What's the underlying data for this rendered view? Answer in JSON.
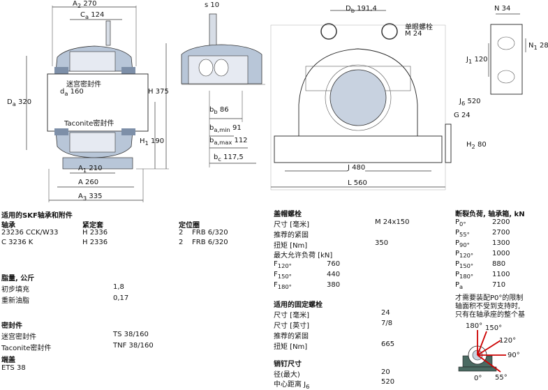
{
  "drawing": {
    "a2": "A",
    "a2_sub": "2",
    "a2_val": "270",
    "ca": "C",
    "ca_sub": "a",
    "ca_val": "124",
    "labyrinth": "迷宫密封件",
    "da_small": "d",
    "da_small_sub": "a",
    "da_small_val": "160",
    "Da": "D",
    "Da_sub": "a",
    "Da_val": "320",
    "H": "H",
    "H_val": "375",
    "taconite": "Taconite密封件",
    "h1": "H",
    "h1_sub": "1",
    "h1_val": "190",
    "a1": "A",
    "a1_sub": "1",
    "a1_val": "210",
    "a": "A",
    "a_val": "260",
    "a3": "A",
    "a3_sub": "3",
    "a3_val": "335",
    "s": "s",
    "s_val": "10",
    "bb": "b",
    "bb_sub": "b",
    "bb_val": "86",
    "bamin": "b",
    "bamin_sub": "a,min",
    "bamin_val": "91",
    "bamax": "b",
    "bamax_sub": "a,max",
    "bamax_val": "112",
    "bc": "b",
    "bc_sub": "c",
    "bc_val": "117,5",
    "db": "D",
    "db_sub": "b",
    "db_val": "191,4",
    "eyebolt": "单眼螺栓",
    "eyebolt_size": "M 24",
    "j1": "J",
    "j1_sub": "1",
    "j1_val": "120",
    "j": "J",
    "j_val": "480",
    "l": "L",
    "l_val": "560",
    "g": "G",
    "g_val": "24",
    "h2": "H",
    "h2_sub": "2",
    "h2_val": "80",
    "n": "N",
    "n_val": "34",
    "n1": "N",
    "n1_sub": "1",
    "n1_val": "28",
    "j6": "J",
    "j6_sub": "6",
    "j6_val": "520"
  },
  "col1": {
    "title": "适用的SKF轴承和附件",
    "h_bearing": "轴承",
    "h_sleeve": "紧定套",
    "h_ring": "定位圈",
    "rows": [
      {
        "bearing": "23236 CCK/W33",
        "sleeve": "H 2336",
        "qty": "2",
        "ring": "FRB 6/320"
      },
      {
        "bearing": "C 3236 K",
        "sleeve": "H 2336",
        "qty": "2",
        "ring": "FRB 6/320"
      }
    ],
    "grease_title": "脂量, 公斤",
    "grease_rows": [
      {
        "label": "初步填充",
        "value": "1,8"
      },
      {
        "label": "重新油脂",
        "value": "0,17"
      }
    ],
    "seals_title": "密封件",
    "seal_rows": [
      {
        "label": "迷宫密封件",
        "value": "TS 38/160"
      },
      {
        "label": "Taconite密封件",
        "value": "TNF 38/160"
      }
    ],
    "endcover_title": "端盖",
    "endcover_value": "ETS 38"
  },
  "col2": {
    "cap_bolts_title": "盖帽螺栓",
    "size_label": "尺寸 [毫米]",
    "size_value": "M 24x150",
    "torque_rec_label": "推荐的紧固",
    "torque_label": "扭矩 [Nm]",
    "torque_value": "350",
    "max_load_label": "最大允许负荷 [kN]",
    "loads": [
      {
        "sym": "F",
        "sub": "120°",
        "value": "760"
      },
      {
        "sym": "F",
        "sub": "150°",
        "value": "440"
      },
      {
        "sym": "F",
        "sub": "180°",
        "value": "380"
      }
    ],
    "attach_title": "适用的固定螺栓",
    "attach_size_mm_label": "尺寸 [毫米]",
    "attach_size_mm_value": "24",
    "attach_size_in_label": "尺寸 [英寸]",
    "attach_size_in_value": "7/8",
    "attach_torque_rec_label": "推荐的紧固",
    "attach_torque_label": "扭矩 [Nm]",
    "attach_torque_value": "665",
    "dowel_title": "销钉尺寸",
    "dowel_dia_label": "径(最大)",
    "dowel_dia_value": "20",
    "dowel_center_label": "中心距离 J",
    "dowel_center_sub": "6",
    "dowel_center_value": "520"
  },
  "col3": {
    "title": "断裂负荷, 轴承箱, kN",
    "rows": [
      {
        "sym": "P",
        "sub": "0°",
        "value": "2200"
      },
      {
        "sym": "P",
        "sub": "55°",
        "value": "2700"
      },
      {
        "sym": "P",
        "sub": "90°",
        "value": "1300"
      },
      {
        "sym": "P",
        "sub": "120°",
        "value": "1000"
      },
      {
        "sym": "P",
        "sub": "150°",
        "value": "880"
      },
      {
        "sym": "P",
        "sub": "180°",
        "value": "1100"
      },
      {
        "sym": "P",
        "sub": "a",
        "value": "710"
      }
    ],
    "note": [
      "才需要装配P0°的限制",
      "轴面积不受到支持时,",
      "只有在轴承座的整个基"
    ],
    "angles": [
      "180°",
      "150°",
      "120°",
      "90°",
      "55°",
      "0°"
    ]
  },
  "colors": {
    "accent": "#b8c6d8",
    "housing": "#c8d2e0",
    "bearing": "#e6eaf2",
    "arrow": "#cc0000",
    "base": "#4a6a62"
  }
}
